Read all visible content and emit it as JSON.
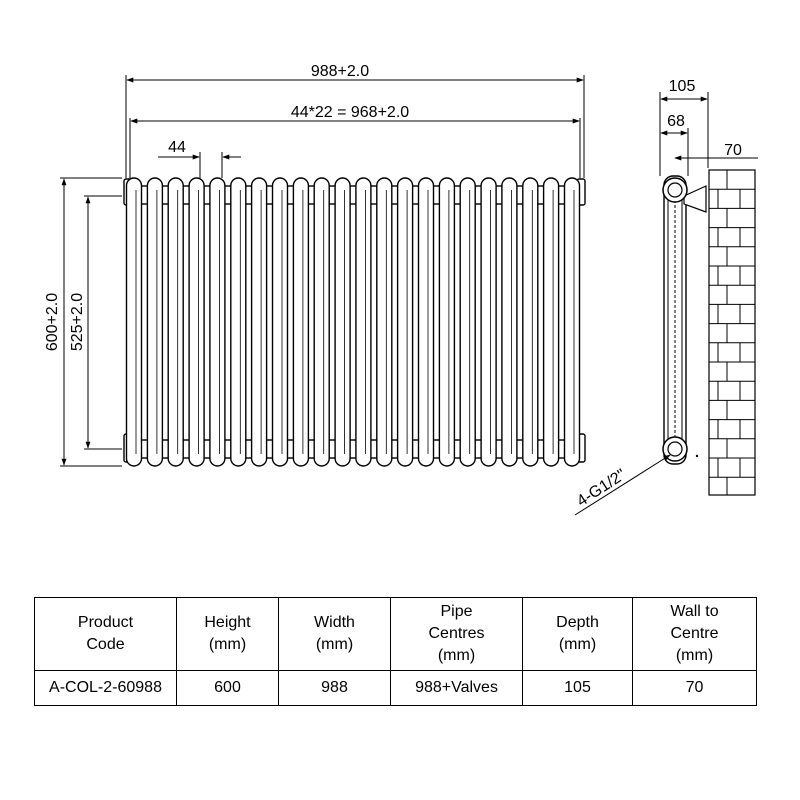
{
  "front_view": {
    "overall_width": "988+2.0",
    "column_pitch_total": "44*22 = 968+2.0",
    "column_pitch": "44",
    "overall_height": "600+2.0",
    "pipe_centres_height": "525+2.0"
  },
  "side_view": {
    "depth": "105",
    "inner_depth": "68",
    "wall_to_centre": "70",
    "connection_label": "4-G1/2\""
  },
  "spec_table": {
    "headers": {
      "product_code": "Product\nCode",
      "height": "Height\n(mm)",
      "width": "Width\n(mm)",
      "pipe_centres": "Pipe\nCentres\n(mm)",
      "depth": "Depth\n(mm)",
      "wall_to_centre": "Wall to\nCentre\n(mm)"
    },
    "row": {
      "product_code": "A-COL-2-60988",
      "height": "600",
      "width": "988",
      "pipe_centres": "988+Valves",
      "depth": "105",
      "wall_to_centre": "70"
    }
  }
}
